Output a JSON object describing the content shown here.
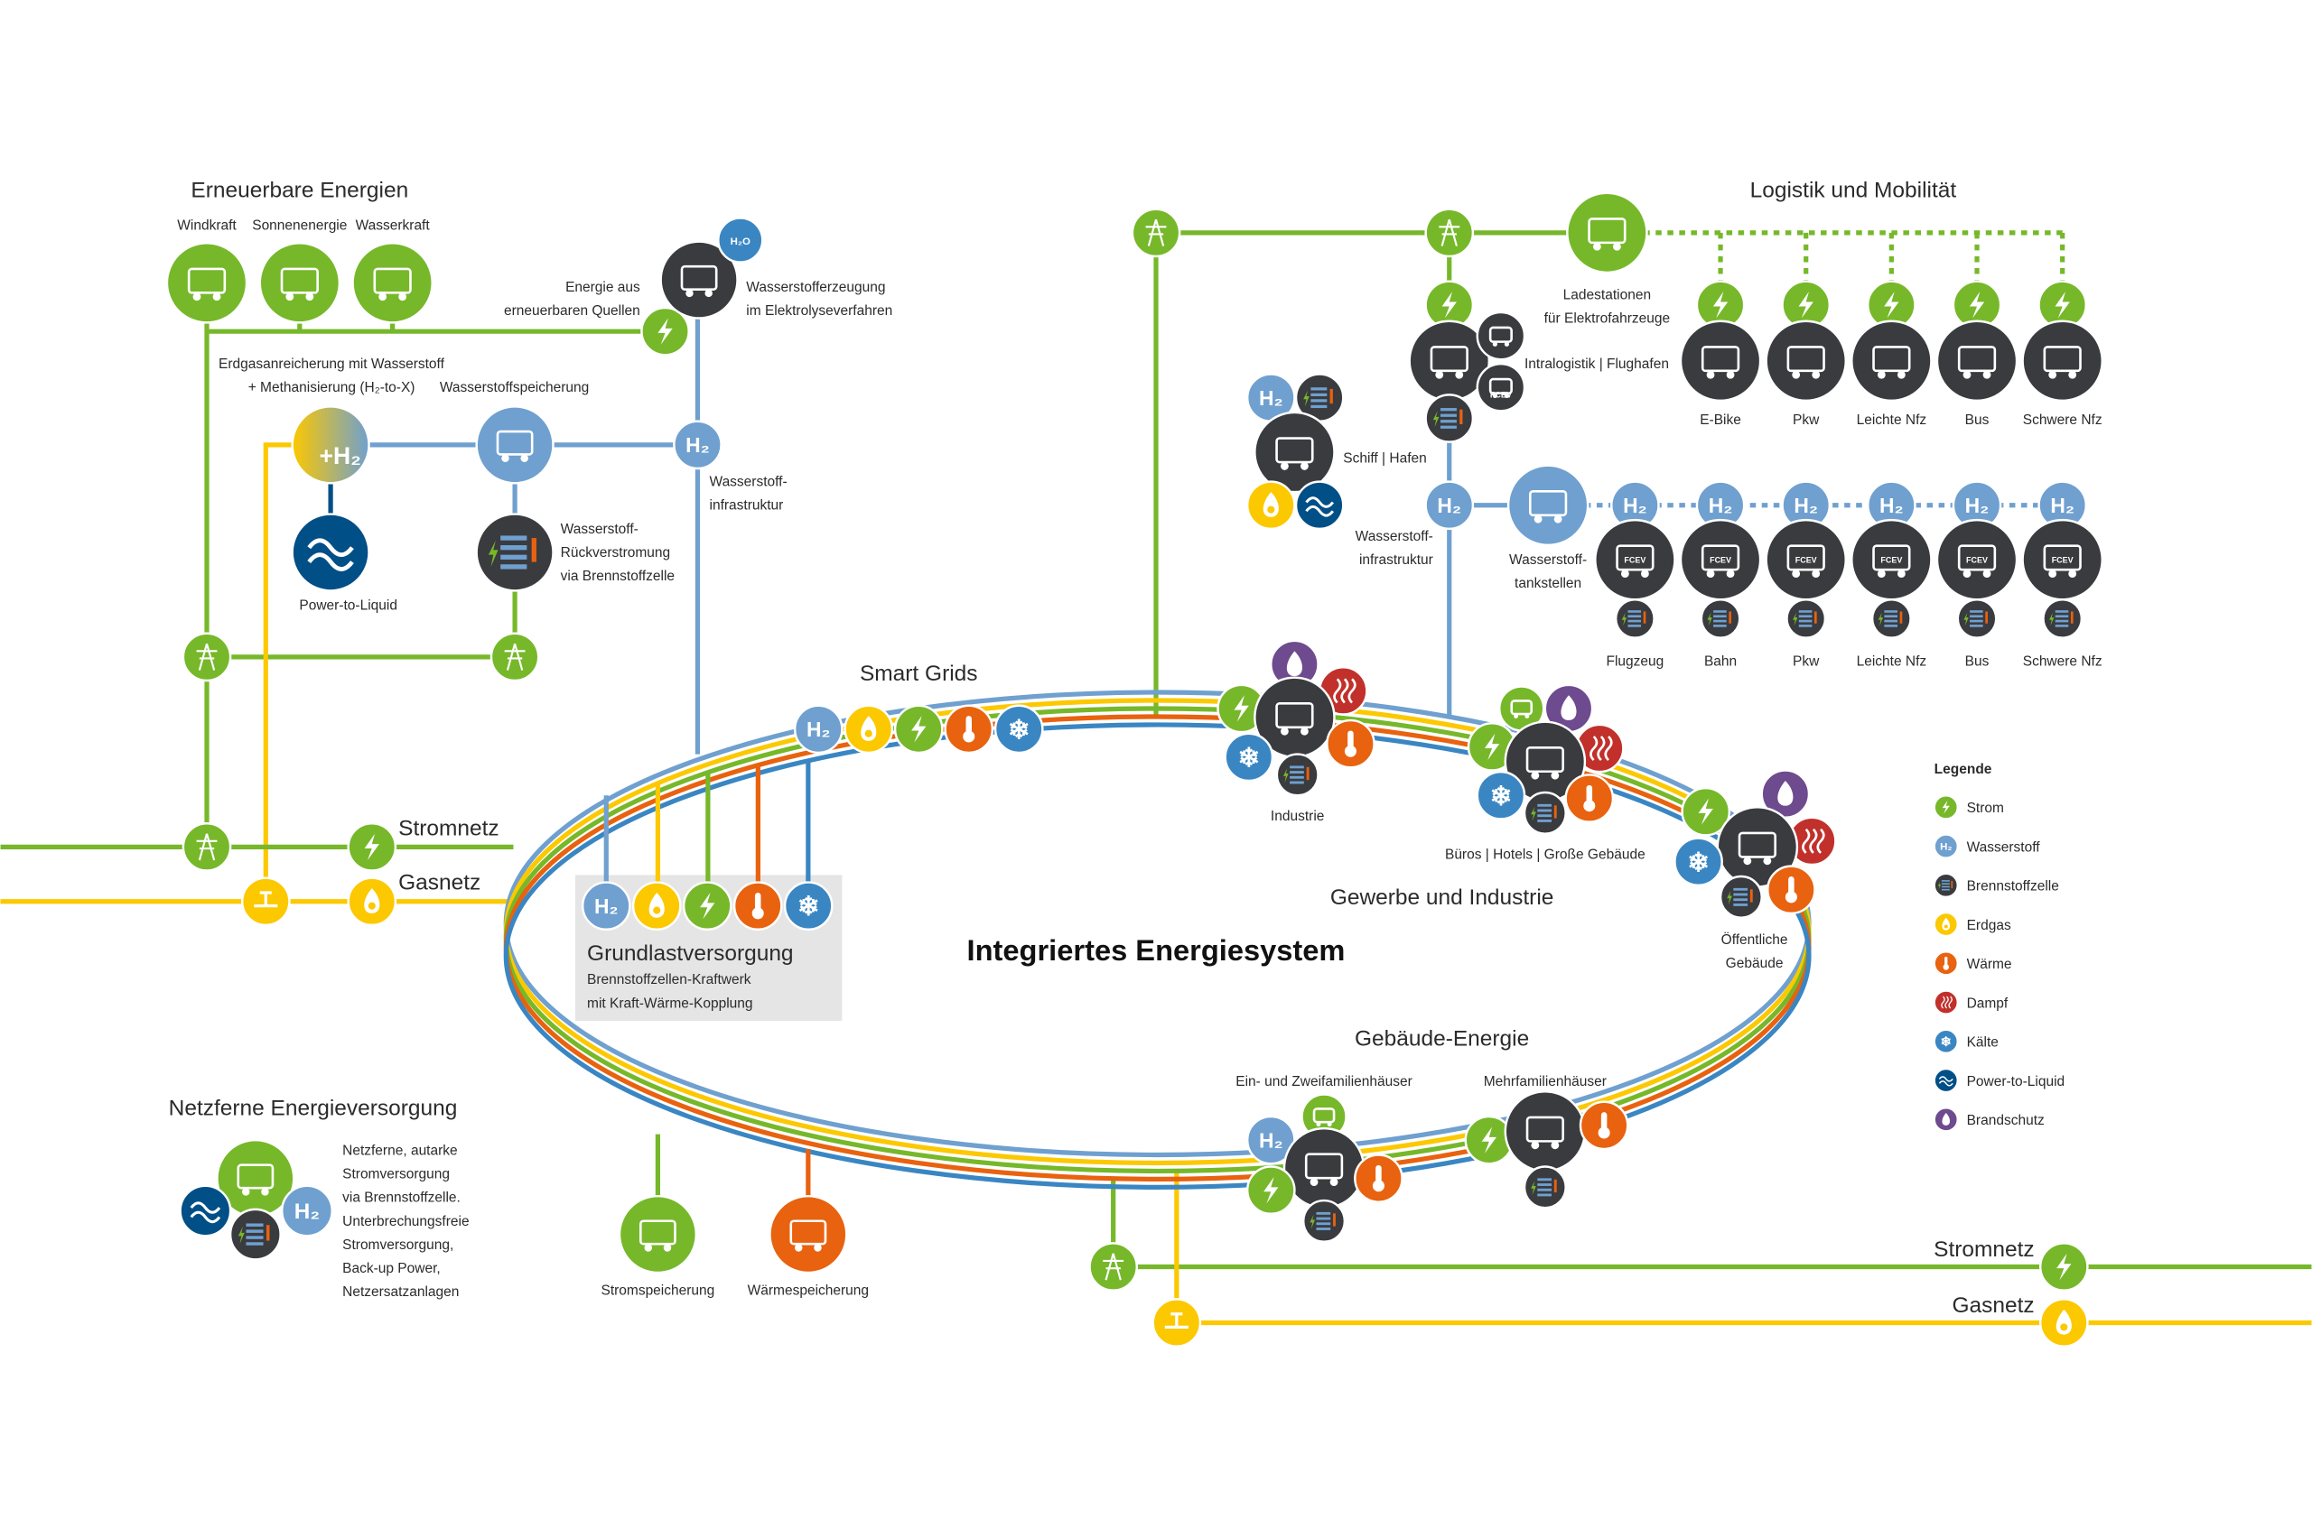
{
  "title": "Integriertes Energiesystem",
  "colors": {
    "strom": "#76b82a",
    "wasserstoff": "#6fa0cf",
    "brennstoffzelle": "#3a3b3f",
    "erdgas": "#fcc800",
    "waerme": "#e8620f",
    "dampf": "#c1302b",
    "kaelte": "#3a86c3",
    "ptl": "#004f86",
    "brandschutz": "#6e4a8e"
  },
  "renewables": {
    "heading": "Erneuerbare Energien",
    "windkraft": "Windkraft",
    "sonnenenergie": "Sonnenenergie",
    "wasserkraft": "Wasserkraft",
    "energie_quellen": [
      "Energie aus",
      "erneuerbaren Quellen"
    ],
    "elektrolyse": [
      "Wasserstofferzeugung",
      "im Elektrolyseverfahren"
    ],
    "h2o": "H₂O",
    "h2tox": [
      "Erdgasanreicherung mit Wasserstoff",
      "+ Methanisierung (H₂-to-X)"
    ],
    "speicherung": "Wasserstoffspeicherung",
    "infrastruktur": [
      "Wasserstoff-",
      "infrastruktur"
    ],
    "ptl": "Power-to-Liquid",
    "rueckverstromung": [
      "Wasserstoff-",
      "Rückverstromung",
      "via Brennstoffzelle"
    ]
  },
  "networks": {
    "stromnetz": "Stromnetz",
    "gasnetz": "Gasnetz"
  },
  "smart_grids": "Smart Grids",
  "grundlast": {
    "heading": "Grundlastversorgung",
    "lines": [
      "Brennstoffzellen-Kraftwerk",
      "mit Kraft-Wärme-Kopplung"
    ]
  },
  "storage": {
    "strom": "Stromspeicherung",
    "waerme": "Wärmespeicherung"
  },
  "logistics": {
    "heading": "Logistik und Mobilität",
    "ladestationen": [
      "Ladestationen",
      "für Elektrofahrzeuge"
    ],
    "intralogistik": "Intralogistik | Flughafen",
    "schiff": "Schiff | Hafen",
    "infrastruktur": [
      "Wasserstoff-",
      "infrastruktur"
    ],
    "tankstellen": [
      "Wasserstoff-",
      "tankstellen"
    ],
    "e_vehicles": [
      "E-Bike",
      "Pkw",
      "Leichte Nfz",
      "Bus",
      "Schwere Nfz"
    ],
    "fc_vehicles": [
      "Flugzeug",
      "Bahn",
      "Pkw",
      "Leichte Nfz",
      "Bus",
      "Schwere Nfz"
    ],
    "fcev": "FCEV"
  },
  "commerce": {
    "heading": "Gewerbe und Industrie",
    "industrie": "Industrie",
    "bueros": "Büros | Hotels | Große Gebäude",
    "oeffentlich": [
      "Öffentliche",
      "Gebäude"
    ]
  },
  "buildings": {
    "heading": "Gebäude-Energie",
    "efh": "Ein- und Zweifamilienhäuser",
    "mfh": "Mehrfamilienhäuser"
  },
  "offgrid": {
    "heading": "Netzferne Energieversorgung",
    "lines": [
      "Netzferne, autarke",
      "Stromversorgung",
      "via Brennstoffzelle.",
      "Unterbrechungsfreie",
      "Stromversorgung,",
      "Back-up Power,",
      "Netzersatzanlagen"
    ]
  },
  "legend": {
    "heading": "Legende",
    "items": [
      {
        "label": "Strom",
        "icon": "strom"
      },
      {
        "label": "Wasserstoff",
        "icon": "h2"
      },
      {
        "label": "Brennstoffzelle",
        "icon": "bz"
      },
      {
        "label": "Erdgas",
        "icon": "gas"
      },
      {
        "label": "Wärme",
        "icon": "waerme"
      },
      {
        "label": "Dampf",
        "icon": "dampf"
      },
      {
        "label": "Kälte",
        "icon": "kaelte"
      },
      {
        "label": "Power-to-Liquid",
        "icon": "ptl"
      },
      {
        "label": "Brandschutz",
        "icon": "brand"
      }
    ]
  }
}
